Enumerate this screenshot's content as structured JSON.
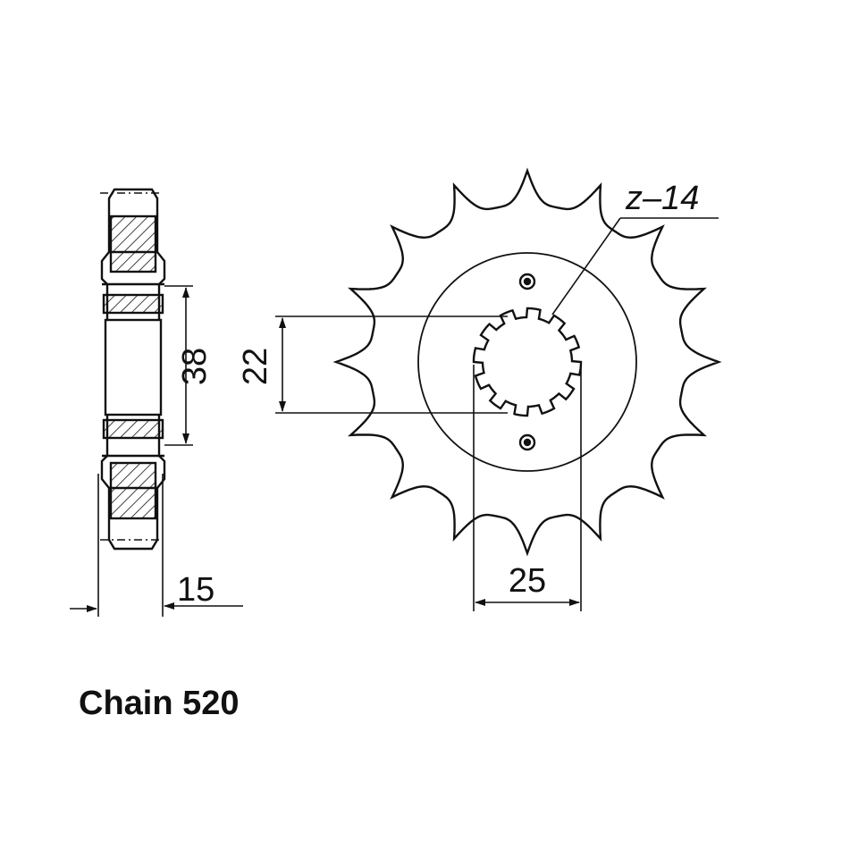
{
  "dimensions": {
    "hub_diameter": "38",
    "spline_inner_diameter": "22",
    "spline_outer_diameter": "25",
    "thickness": "15",
    "teeth": "z–14"
  },
  "caption": "Chain 520",
  "colors": {
    "line": "#111111",
    "background": "#ffffff"
  }
}
